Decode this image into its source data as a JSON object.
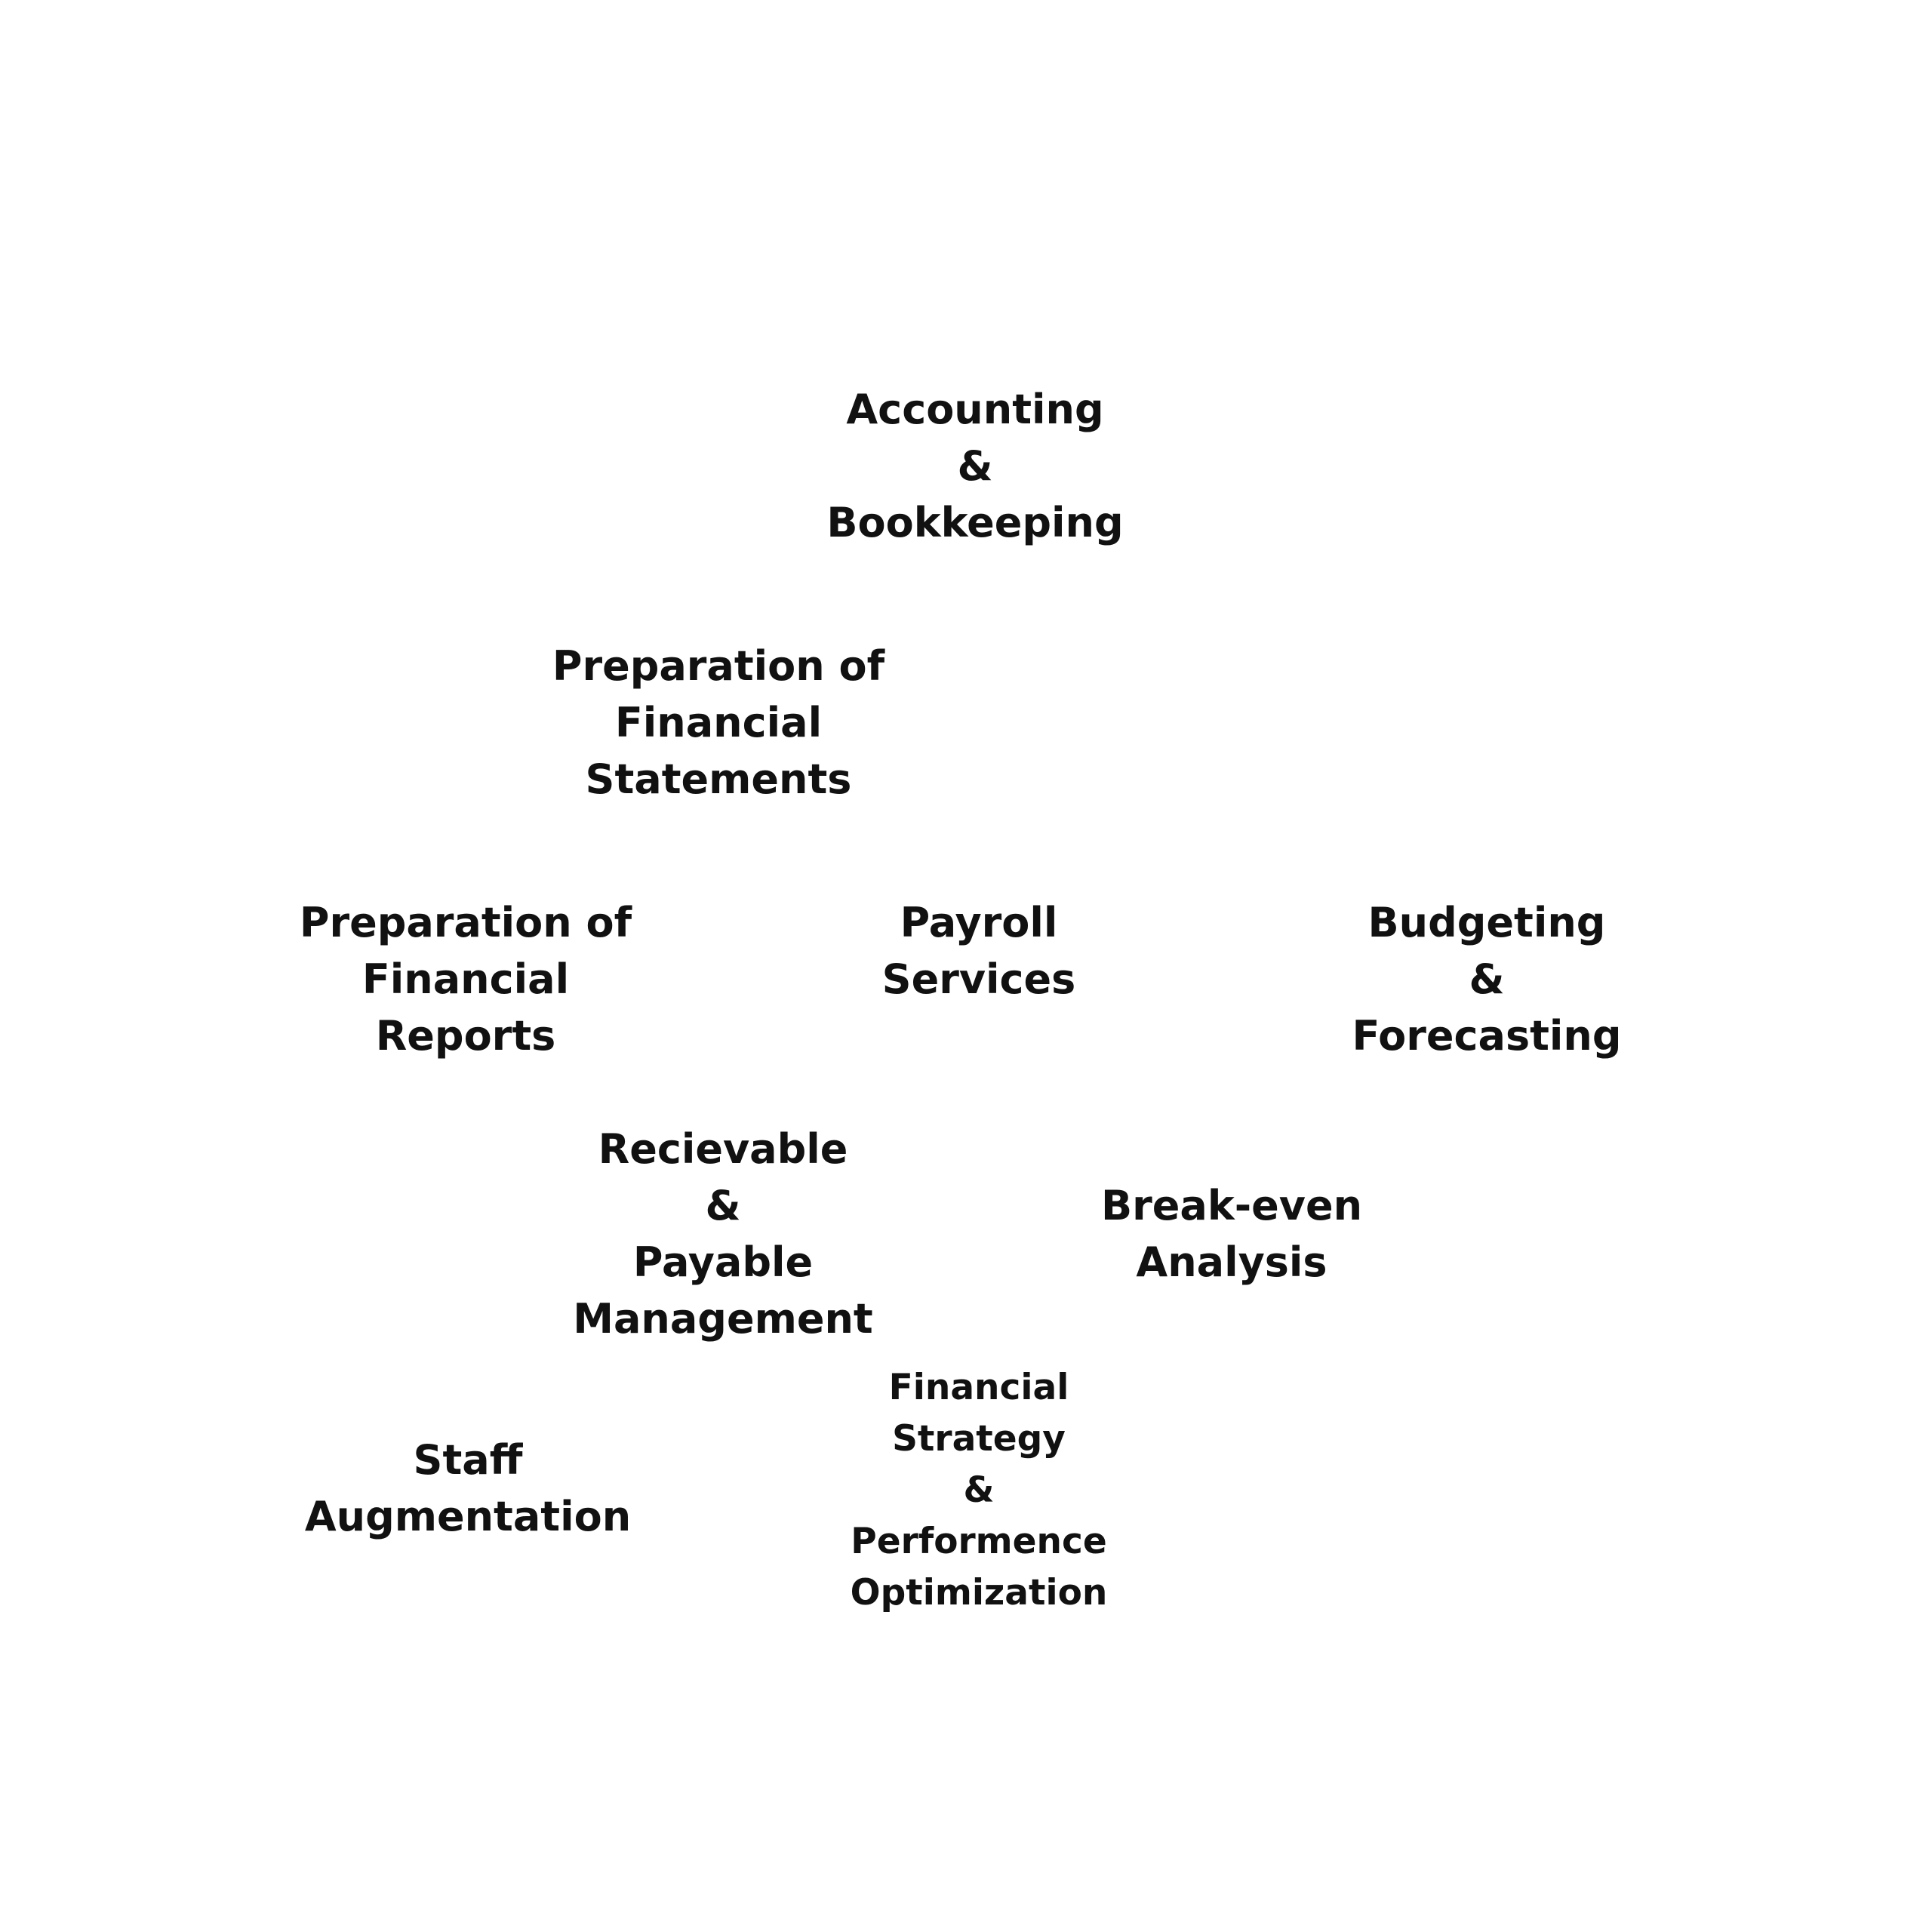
{
  "colors": {
    "background": "#ffffff",
    "text": "#111111"
  },
  "services": [
    {
      "id": "accounting",
      "lines": [
        "Accounting",
        "&",
        "Bookkeeping"
      ]
    },
    {
      "id": "statements",
      "lines": [
        "Preparation of",
        "Financial",
        "Statements"
      ]
    },
    {
      "id": "reports",
      "lines": [
        "Preparation of",
        "Financial",
        "Reports"
      ]
    },
    {
      "id": "payroll",
      "lines": [
        "Payroll",
        "Services"
      ]
    },
    {
      "id": "budgeting",
      "lines": [
        "Budgeting",
        "&",
        "Forecasting"
      ]
    },
    {
      "id": "receivable",
      "lines": [
        "Recievable",
        "&",
        "Payable",
        "Management"
      ]
    },
    {
      "id": "breakeven",
      "lines": [
        "Break-even",
        "Analysis"
      ]
    },
    {
      "id": "staff",
      "lines": [
        "Staff",
        "Augmentation"
      ]
    },
    {
      "id": "strategy",
      "lines": [
        "Financial",
        "Strategy",
        "&",
        "Performence",
        "Optimization"
      ]
    }
  ]
}
